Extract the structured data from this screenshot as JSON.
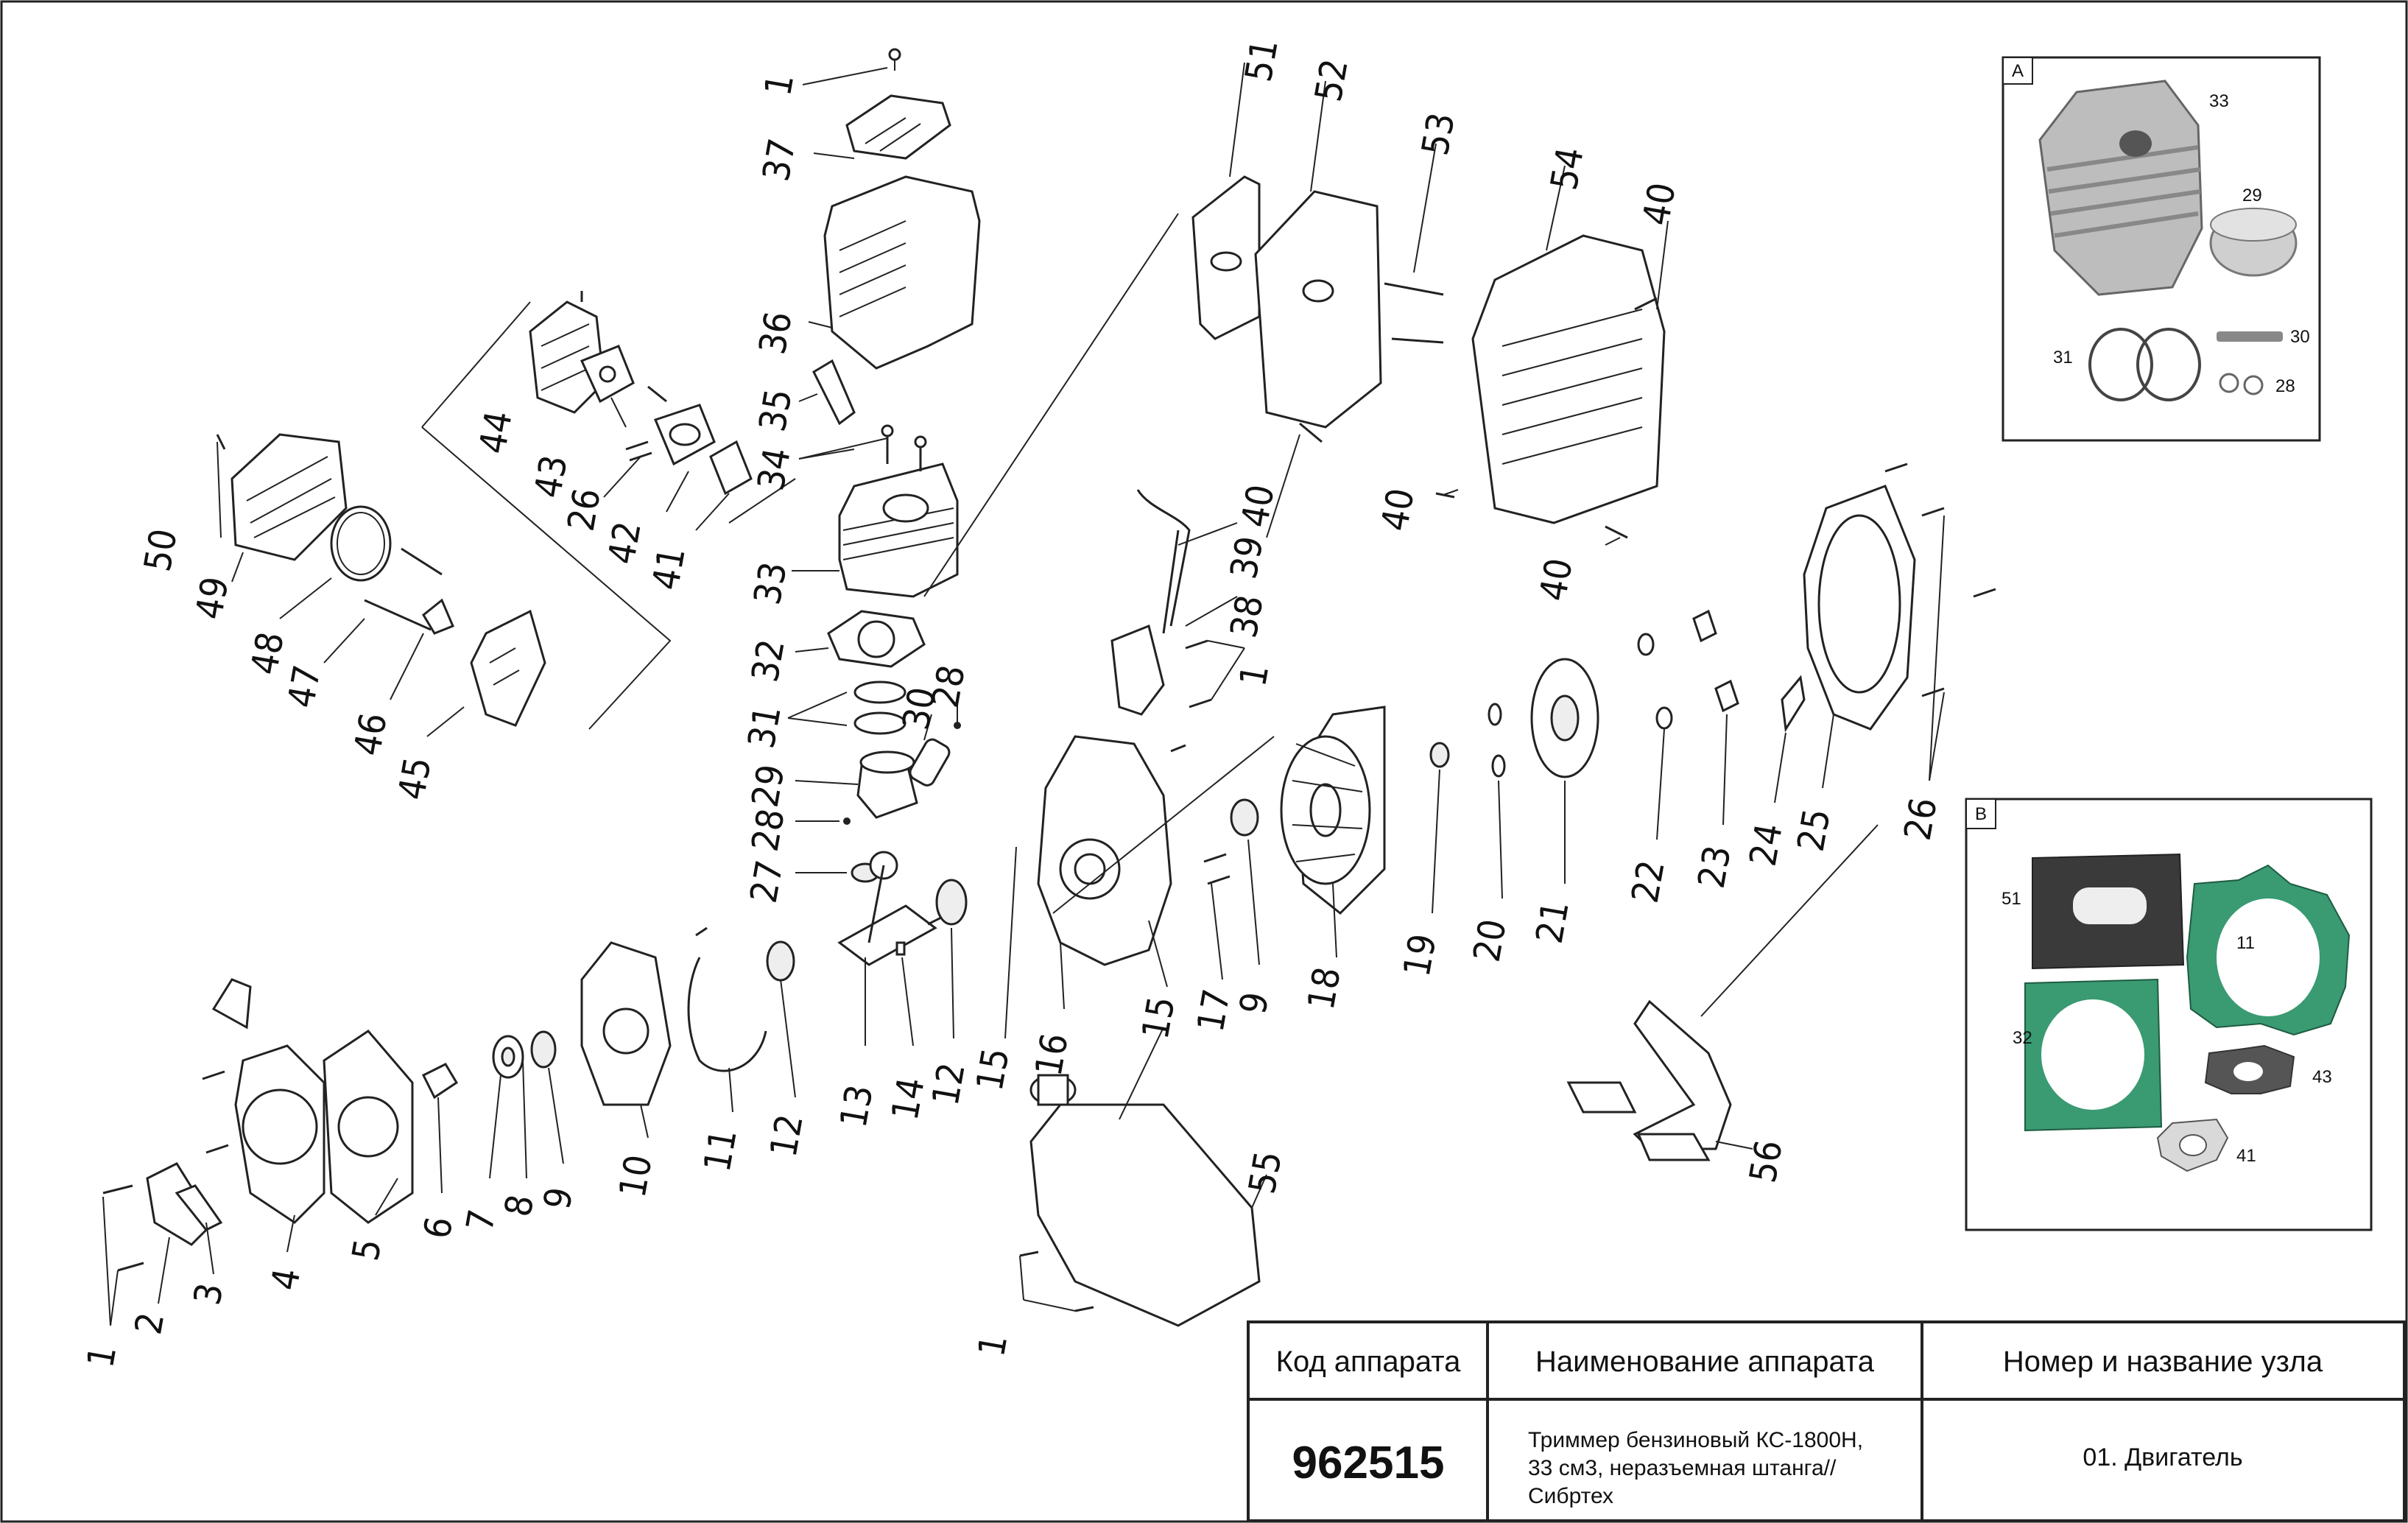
{
  "callouts": [
    {
      "id": "c1a",
      "text": "1"
    },
    {
      "id": "c37",
      "text": "37"
    },
    {
      "id": "c36",
      "text": "36"
    },
    {
      "id": "c35",
      "text": "35"
    },
    {
      "id": "c34",
      "text": "34"
    },
    {
      "id": "c33",
      "text": "33"
    },
    {
      "id": "c32",
      "text": "32"
    },
    {
      "id": "c31",
      "text": "31"
    },
    {
      "id": "c30",
      "text": "30"
    },
    {
      "id": "c28a",
      "text": "28"
    },
    {
      "id": "c29",
      "text": "29"
    },
    {
      "id": "c28b",
      "text": "28"
    },
    {
      "id": "c27",
      "text": "27"
    },
    {
      "id": "c44",
      "text": "44"
    },
    {
      "id": "c43",
      "text": "43"
    },
    {
      "id": "c26a",
      "text": "26"
    },
    {
      "id": "c42",
      "text": "42"
    },
    {
      "id": "c41",
      "text": "41"
    },
    {
      "id": "c50",
      "text": "50"
    },
    {
      "id": "c49",
      "text": "49"
    },
    {
      "id": "c48",
      "text": "48"
    },
    {
      "id": "c47",
      "text": "47"
    },
    {
      "id": "c46",
      "text": "46"
    },
    {
      "id": "c45",
      "text": "45"
    },
    {
      "id": "c51",
      "text": "51"
    },
    {
      "id": "c52",
      "text": "52"
    },
    {
      "id": "c53",
      "text": "53"
    },
    {
      "id": "c54",
      "text": "54"
    },
    {
      "id": "c40a",
      "text": "40"
    },
    {
      "id": "c40b",
      "text": "40"
    },
    {
      "id": "c40c",
      "text": "40"
    },
    {
      "id": "c40d",
      "text": "40"
    },
    {
      "id": "c39",
      "text": "39"
    },
    {
      "id": "c38",
      "text": "38"
    },
    {
      "id": "c1b",
      "text": "1"
    },
    {
      "id": "c13",
      "text": "13"
    },
    {
      "id": "c14",
      "text": "14"
    },
    {
      "id": "c12a",
      "text": "12"
    },
    {
      "id": "c15a",
      "text": "15"
    },
    {
      "id": "c16",
      "text": "16"
    },
    {
      "id": "c15b",
      "text": "15"
    },
    {
      "id": "c17",
      "text": "17"
    },
    {
      "id": "c9a",
      "text": "9"
    },
    {
      "id": "c18",
      "text": "18"
    },
    {
      "id": "c19",
      "text": "19"
    },
    {
      "id": "c20",
      "text": "20"
    },
    {
      "id": "c21",
      "text": "21"
    },
    {
      "id": "c22",
      "text": "22"
    },
    {
      "id": "c23",
      "text": "23"
    },
    {
      "id": "c24",
      "text": "24"
    },
    {
      "id": "c25",
      "text": "25"
    },
    {
      "id": "c26b",
      "text": "26"
    },
    {
      "id": "c56",
      "text": "56"
    },
    {
      "id": "c55",
      "text": "55"
    },
    {
      "id": "c1c",
      "text": "1"
    },
    {
      "id": "c1d",
      "text": "1"
    },
    {
      "id": "c2",
      "text": "2"
    },
    {
      "id": "c3",
      "text": "3"
    },
    {
      "id": "c4",
      "text": "4"
    },
    {
      "id": "c5",
      "text": "5"
    },
    {
      "id": "c6",
      "text": "6"
    },
    {
      "id": "c7",
      "text": "7"
    },
    {
      "id": "c8",
      "text": "8"
    },
    {
      "id": "c9b",
      "text": "9"
    },
    {
      "id": "c10",
      "text": "10"
    },
    {
      "id": "c11",
      "text": "11"
    },
    {
      "id": "c12b",
      "text": "12"
    }
  ],
  "inset_a": {
    "letter": "A",
    "labels": [
      {
        "id": "a33",
        "text": "33"
      },
      {
        "id": "a29",
        "text": "29"
      },
      {
        "id": "a31",
        "text": "31"
      },
      {
        "id": "a30",
        "text": "30"
      },
      {
        "id": "a28",
        "text": "28"
      }
    ]
  },
  "inset_b": {
    "letter": "B",
    "labels": [
      {
        "id": "b51",
        "text": "51"
      },
      {
        "id": "b11",
        "text": "11"
      },
      {
        "id": "b32",
        "text": "32"
      },
      {
        "id": "b43",
        "text": "43"
      },
      {
        "id": "b41",
        "text": "41"
      }
    ]
  },
  "title_block": {
    "head_code": "Код аппарата",
    "head_name": "Наименование аппарата",
    "head_unit": "Номер и название узла",
    "code": "962515",
    "name_line1": "Триммер бензиновый КС-1800Н,",
    "name_line2": "33 см3, неразъемная штанга//",
    "name_line3": "Сибртех",
    "unit": "01. Двигатель"
  },
  "colors": {
    "gasket_green": "#3a9a72",
    "gasket_dark": "#333333",
    "metal": "#b9b9b9",
    "line": "#222222"
  }
}
